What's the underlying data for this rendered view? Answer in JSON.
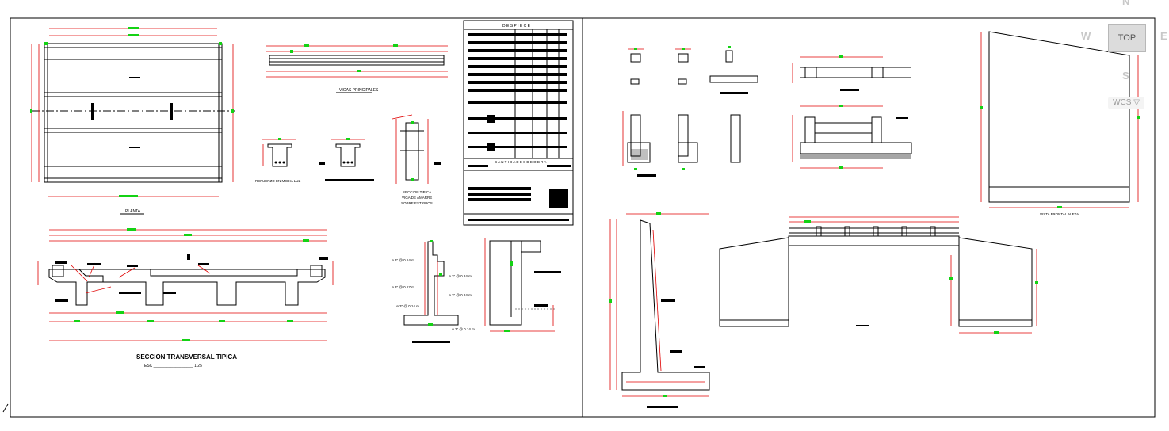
{
  "labels": {
    "planta": "PLANTA",
    "vigas_principales": "VIGAS PRINCIPALES",
    "refuerzo": "REFUERZO EN MEDIA LUZ",
    "seccion_tipica": "SECCION TIPICA",
    "viga_amarre": "VIGA DE AMARRE",
    "sobre_estribos": "SOBRE ESTRIBOS",
    "seccion_transversal": "SECCION TRANSVERSAL TIPICA",
    "esc": "ESC __________________ 1:25",
    "despiece": "D E S P I E C E",
    "cantidades": "C A N T I D A D E S   D E   O B R A",
    "vista_frontal": "VISTA FRONTAL ALETA",
    "rebar_1": "ø 3″ @ 0.14 m",
    "rebar_2": "ø 3″ @ 0.24 m",
    "rebar_3": "ø 3″ @ 0.17 m",
    "rebar_4": "ø 3″ @ 0.24 m",
    "rebar_5": "ø 3″ @ 0.14 m",
    "rebar_6": "ø 3″ @ 0.14 m"
  },
  "viewcube": {
    "north": "N",
    "west": "W",
    "east": "E",
    "south": "S",
    "face": "TOP",
    "wcs": "WCS ▽"
  },
  "colors": {
    "linework": "#000000",
    "dimension": "#e00000",
    "grip": "#14d214",
    "background": "#ffffff"
  }
}
